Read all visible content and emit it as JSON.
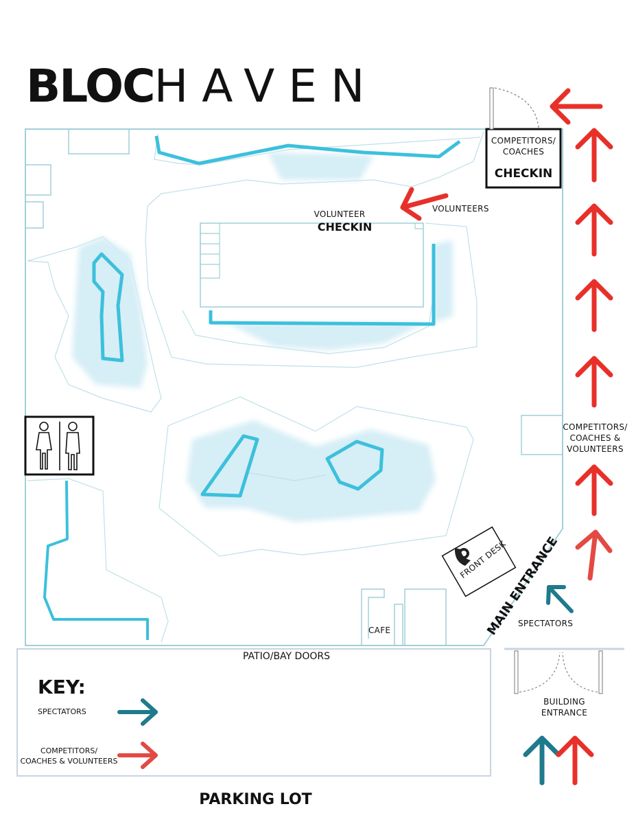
{
  "logo": {
    "bold_part": "BLOC",
    "light_part": "HAVEN"
  },
  "labels": {
    "competitors_checkin_line1": "COMPETITORS/",
    "competitors_checkin_line2": "COACHES",
    "competitors_checkin_title": "CHECKIN",
    "volunteer_checkin_line1": "VOLUNTEER",
    "volunteer_checkin_title": "CHECKIN",
    "volunteers_arrow": "VOLUNTEERS",
    "side_route_line1": "COMPETITORS/",
    "side_route_line2": "COACHES &",
    "side_route_line3": "VOLUNTEERS",
    "front_desk": "FRONT DESK",
    "main_entrance": "MAIN ENTRANCE",
    "spectators_arrow": "SPECTATORS",
    "cafe": "CAFE",
    "patio": "PATIO/BAY DOORS",
    "building_entrance_line1": "BUILDING",
    "building_entrance_line2": "ENTRANCE",
    "parking_lot": "PARKING LOT"
  },
  "key": {
    "title": "KEY:",
    "spectators": "SPECTATORS",
    "competitors_line1": "COMPETITORS/",
    "competitors_line2": "COACHES & VOLUNTEERS"
  },
  "colors": {
    "spectator_route": "#1f7a8c",
    "competitor_route": "#e8302a",
    "competitor_route_light": "#e34a44",
    "wall_outline": "#9fcfd8",
    "climbing_wall": "#3cc0dc",
    "mat_fill": "#d6eef6"
  },
  "icons": {
    "restroom": "restroom-icon",
    "front_desk": "front-desk-person-icon",
    "route_arrow": "arrow-icon"
  }
}
